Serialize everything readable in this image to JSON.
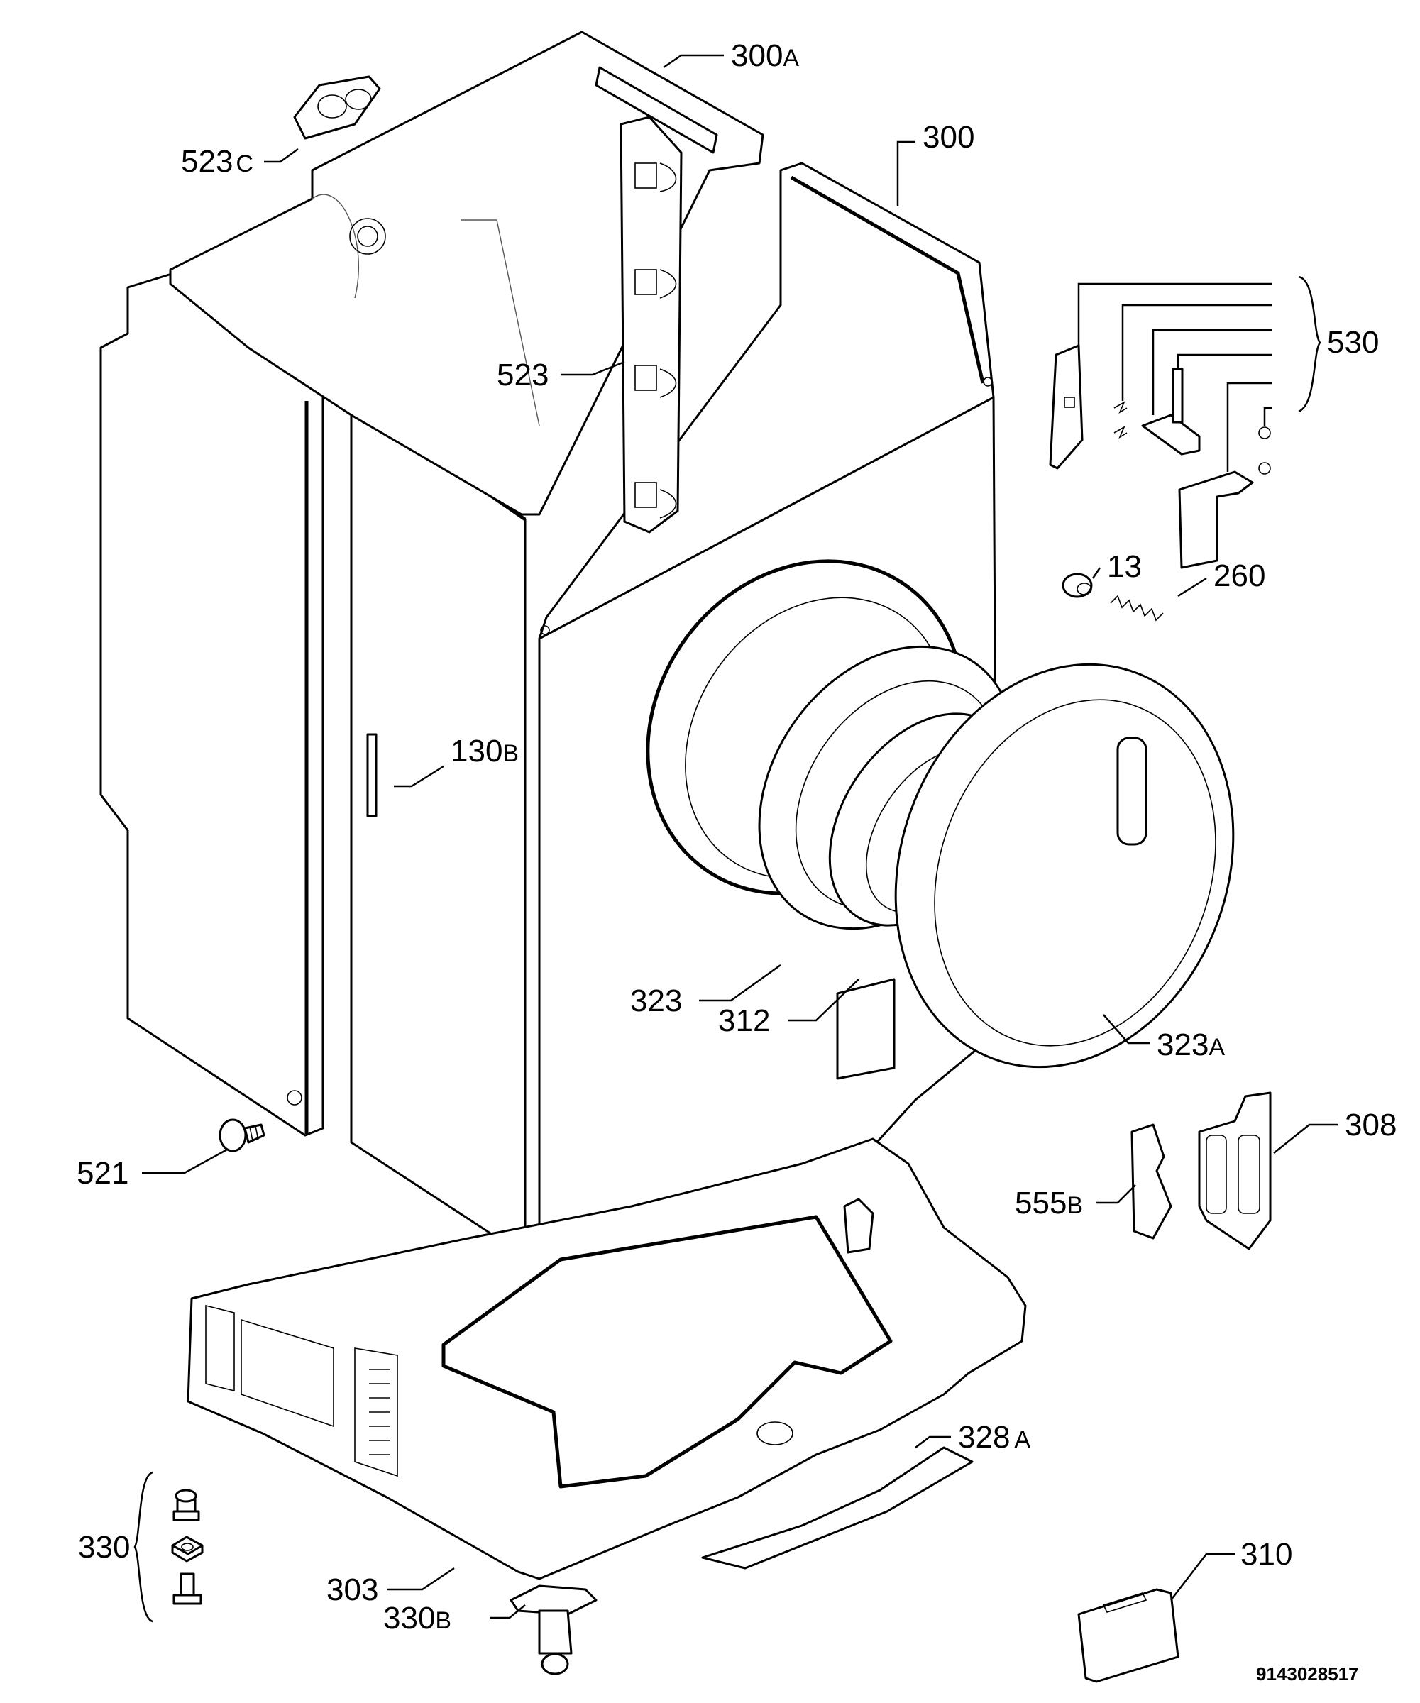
{
  "document_number": "9143028517",
  "callouts": {
    "c300A": {
      "num": "300",
      "suf": "A"
    },
    "c300": {
      "num": "300",
      "suf": ""
    },
    "c523C": {
      "num": "523",
      "suf": "C"
    },
    "c523": {
      "num": "523",
      "suf": ""
    },
    "c530": {
      "num": "530",
      "suf": ""
    },
    "c13": {
      "num": "13",
      "suf": ""
    },
    "c260": {
      "num": "260",
      "suf": ""
    },
    "c130B": {
      "num": "130",
      "suf": "B"
    },
    "c323": {
      "num": "323",
      "suf": ""
    },
    "c312": {
      "num": "312",
      "suf": ""
    },
    "c323A": {
      "num": "323",
      "suf": "A"
    },
    "c308": {
      "num": "308",
      "suf": ""
    },
    "c555B": {
      "num": "555",
      "suf": "B"
    },
    "c521": {
      "num": "521",
      "suf": ""
    },
    "c328A": {
      "num": "328",
      "suf": "A"
    },
    "c330": {
      "num": "330",
      "suf": ""
    },
    "c303": {
      "num": "303",
      "suf": ""
    },
    "c330B": {
      "num": "330",
      "suf": "B"
    },
    "c310": {
      "num": "310",
      "suf": ""
    }
  }
}
